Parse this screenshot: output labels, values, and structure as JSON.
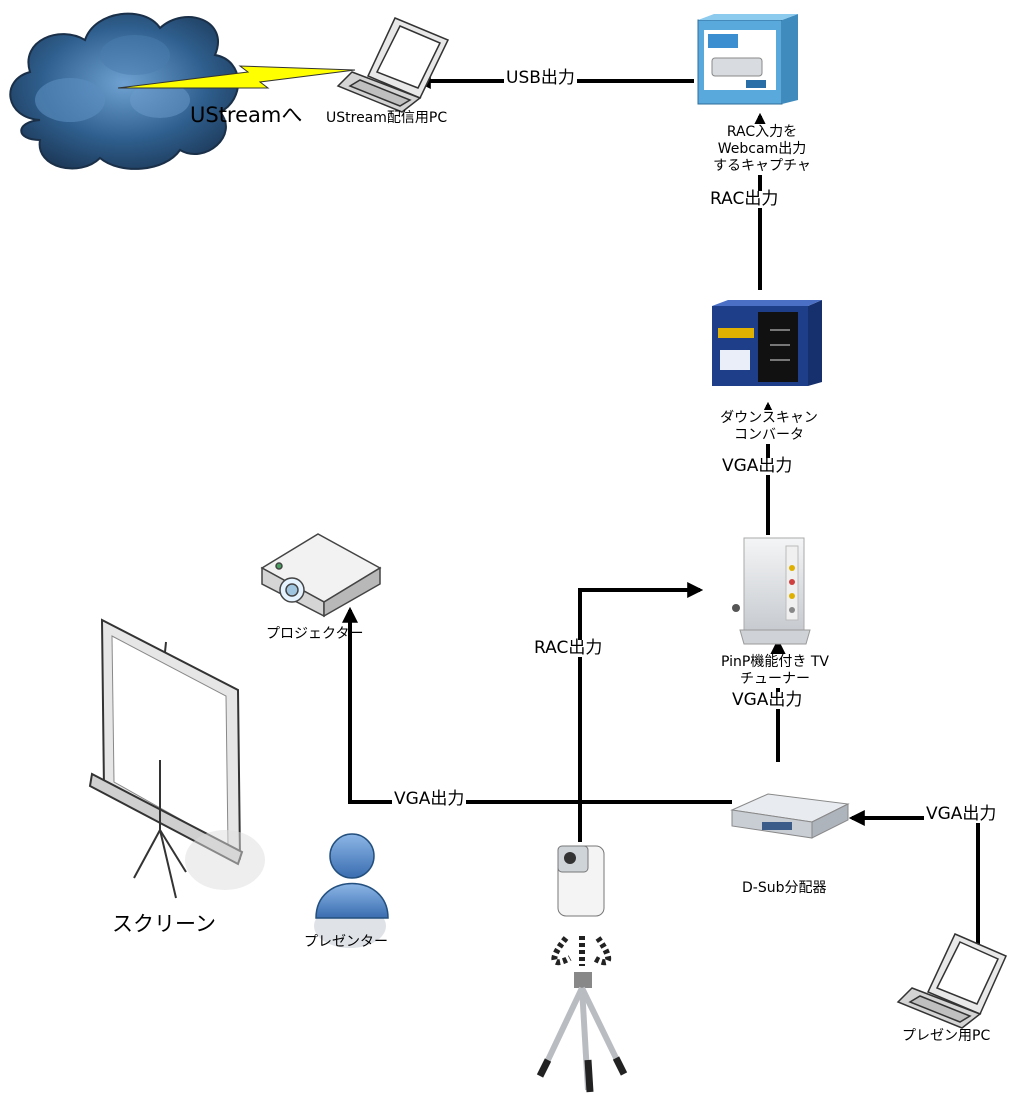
{
  "nodes": {
    "internet": "UStreamへ",
    "stream_pc": "UStream配信用PC",
    "capture": "RAC入力を Webcam出力 するキャプチャ",
    "downscan": "ダウンスキャン コンバータ",
    "tv_tuner": "PinP機能付き TVチューナー",
    "splitter": "D-Sub分配器",
    "projector": "プロジェクター",
    "screen": "スクリーン",
    "presenter": "プレゼンター",
    "presentation_pc": "プレゼン用PC"
  },
  "connections": {
    "usb_out": "USB出力",
    "rac_out_capture": "RAC出力",
    "vga_out_downscan": "VGA出力",
    "vga_out_tuner": "VGA出力",
    "rac_out_camera": "RAC出力",
    "vga_out_projector": "VGA出力",
    "vga_out_pc": "VGA出力"
  },
  "colors": {
    "line": "#000000",
    "bolt": "#ffff00",
    "cloud": "#3d6f9e",
    "person": "#4a7fc1"
  }
}
